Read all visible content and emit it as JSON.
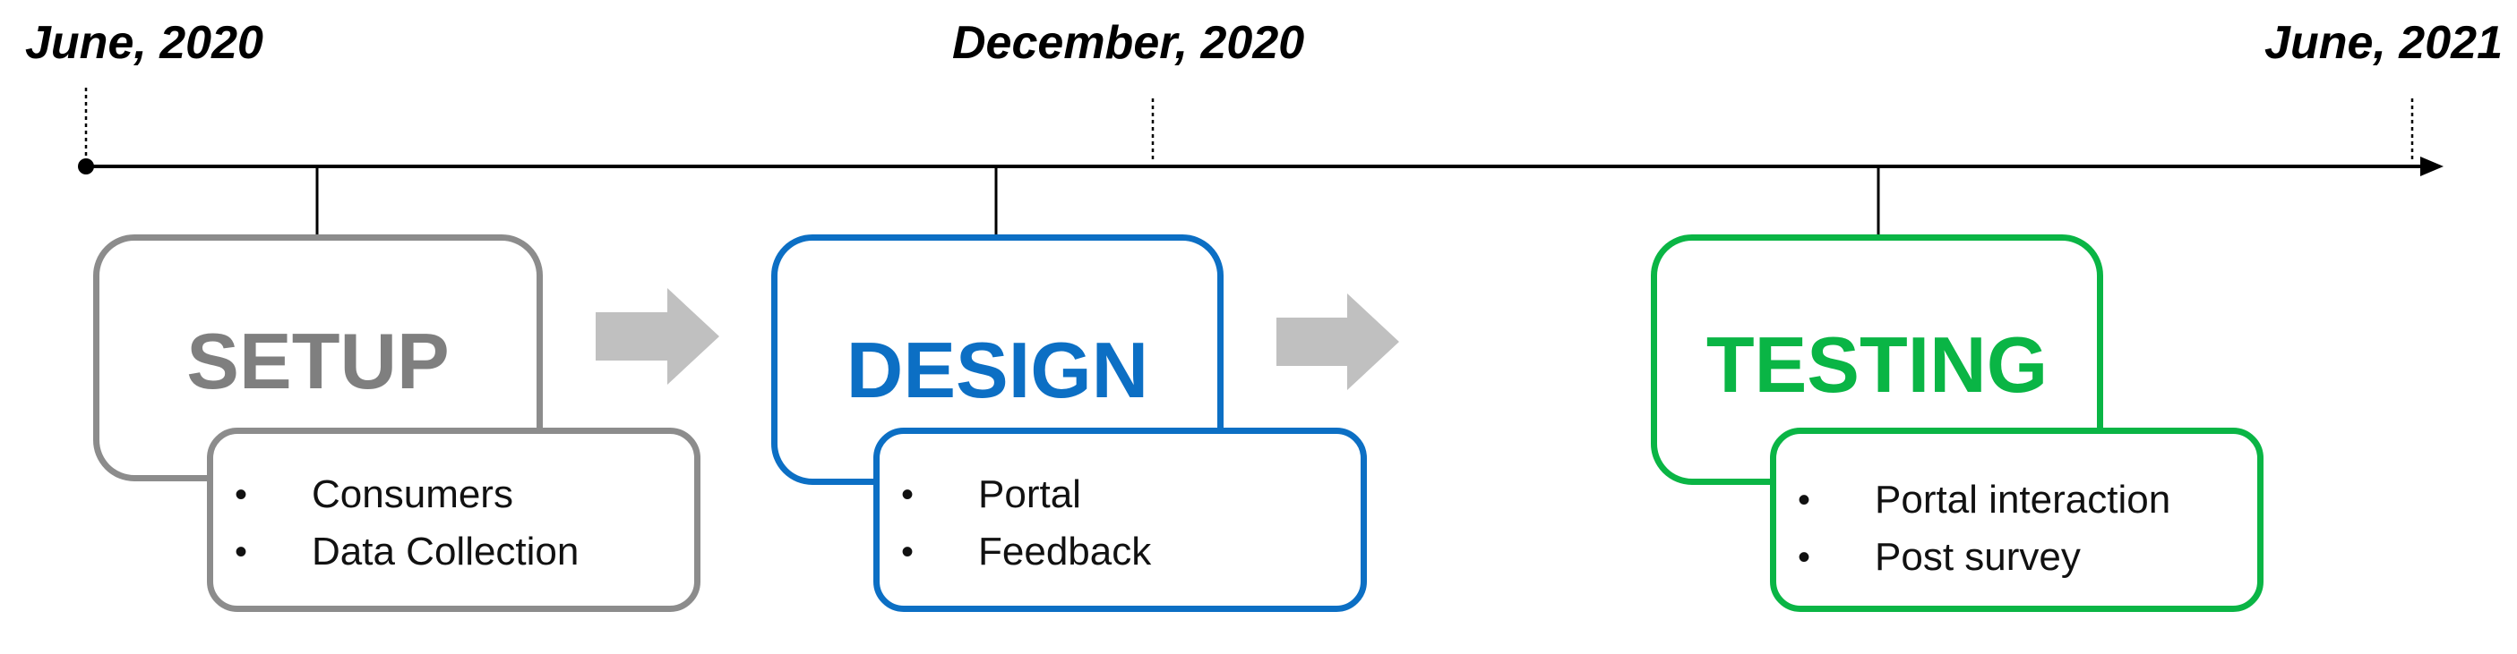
{
  "timeline": {
    "dates": [
      "June, 2020",
      "December, 2020",
      "June, 2021"
    ]
  },
  "phases": [
    {
      "title": "SETUP",
      "color": "#7f7f7f",
      "items": [
        "Consumers",
        "Data Collection"
      ]
    },
    {
      "title": "DESIGN",
      "color": "#0c6fc4",
      "items": [
        "Portal",
        "Feedback"
      ]
    },
    {
      "title": "TESTING",
      "color": "#0ab545",
      "items": [
        "Portal interaction",
        "Post survey"
      ]
    }
  ],
  "arrow_color": "#c0c0c0",
  "line_color": "#000000"
}
